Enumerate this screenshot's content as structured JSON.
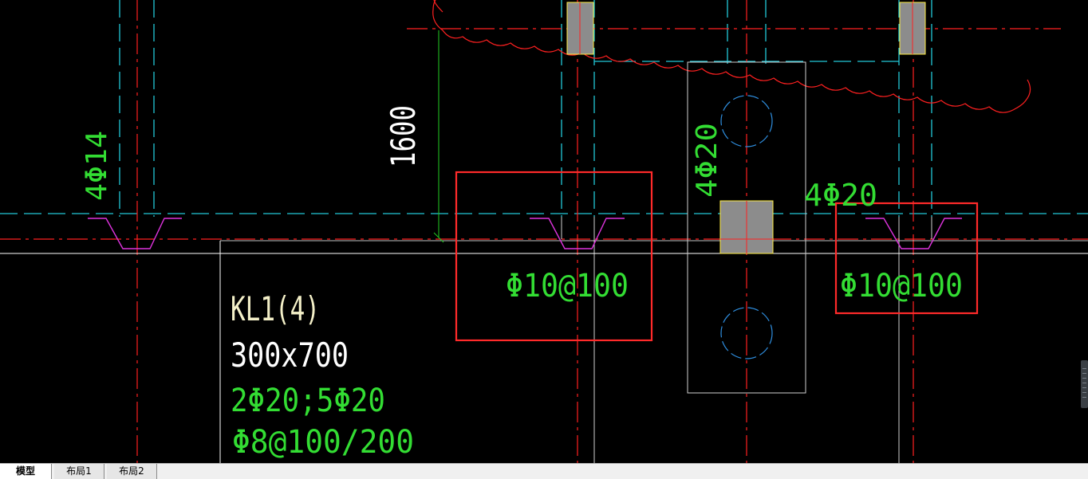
{
  "colors": {
    "background": "#000000",
    "axis_red": "#ff2020",
    "axis_cyan": "#22c8d8",
    "white_line": "#ffffff",
    "rebar_text_green": "#33dd33",
    "dim_green": "#22cc22",
    "magenta_rebar": "#dd33dd",
    "column_gray": "#8c8c8c",
    "column_outline_yellow": "#ffee44",
    "highlight_box_red": "#ff2a2a",
    "pier_circle_blue": "#2f8fe0",
    "label_cream": "#f4f0c8"
  },
  "drawing": {
    "dimension_1600": "1600",
    "rebar_left_vertical": "4Φ14",
    "rebar_mid_vertical": "4Φ20",
    "rebar_right_horizontal": "4Φ20",
    "stirrup_left_box": "Φ10@100",
    "stirrup_right_box": "Φ10@100",
    "beam_label": "KL1(4)",
    "beam_size": "300x700",
    "beam_longitudinal": "2Φ20;5Φ20",
    "beam_stirrup": "Φ8@100/200"
  },
  "tabs": [
    {
      "label": "模型",
      "active": true
    },
    {
      "label": "布局1",
      "active": false
    },
    {
      "label": "布局2",
      "active": false
    }
  ]
}
